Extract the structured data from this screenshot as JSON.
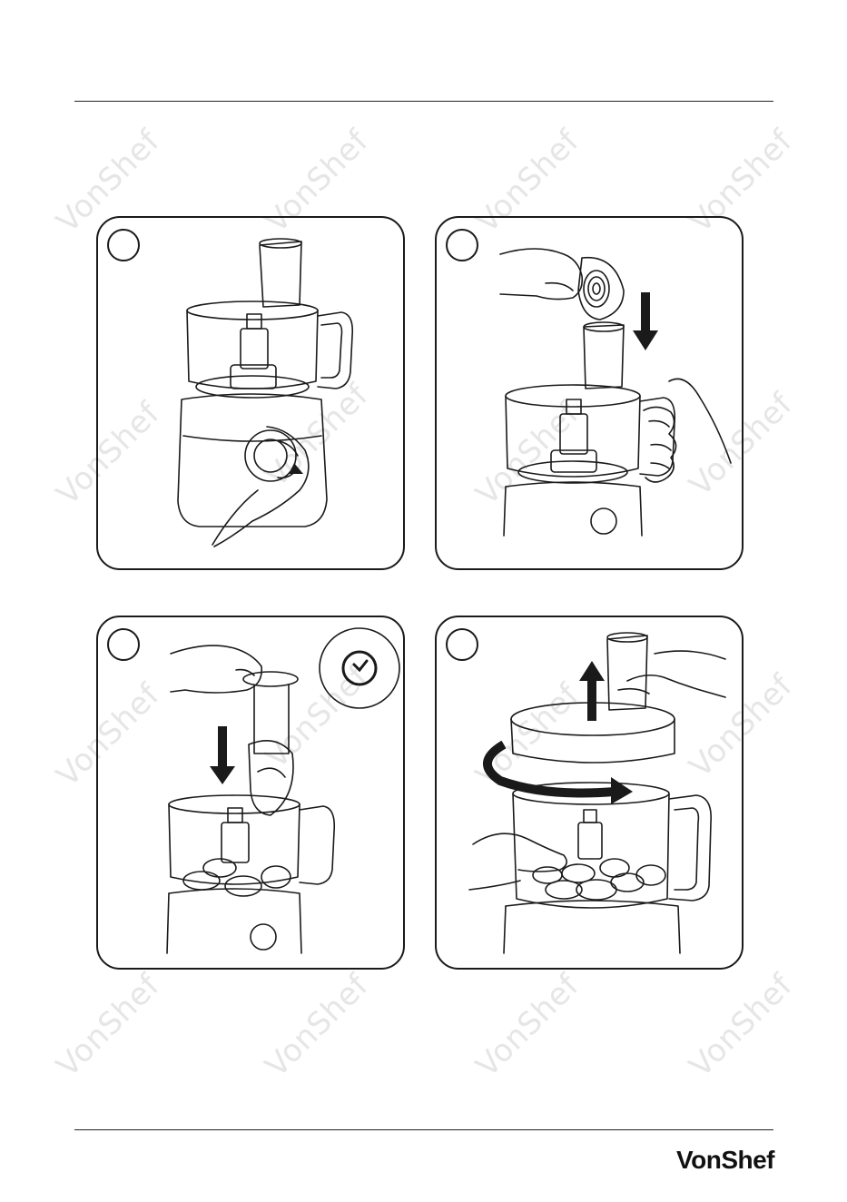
{
  "watermark": {
    "text": "VonShef"
  },
  "panels": [
    {
      "id": "panel-1",
      "step_number": ""
    },
    {
      "id": "panel-2",
      "step_number": ""
    },
    {
      "id": "panel-3",
      "step_number": ""
    },
    {
      "id": "panel-4",
      "step_number": ""
    }
  ],
  "icons": {
    "timer": "clock-icon",
    "down_arrow": "arrow-down-icon",
    "up_arrow": "arrow-up-icon",
    "rotate_arrow": "rotate-arrow-icon"
  },
  "footer": {
    "brand": "VonShef"
  }
}
